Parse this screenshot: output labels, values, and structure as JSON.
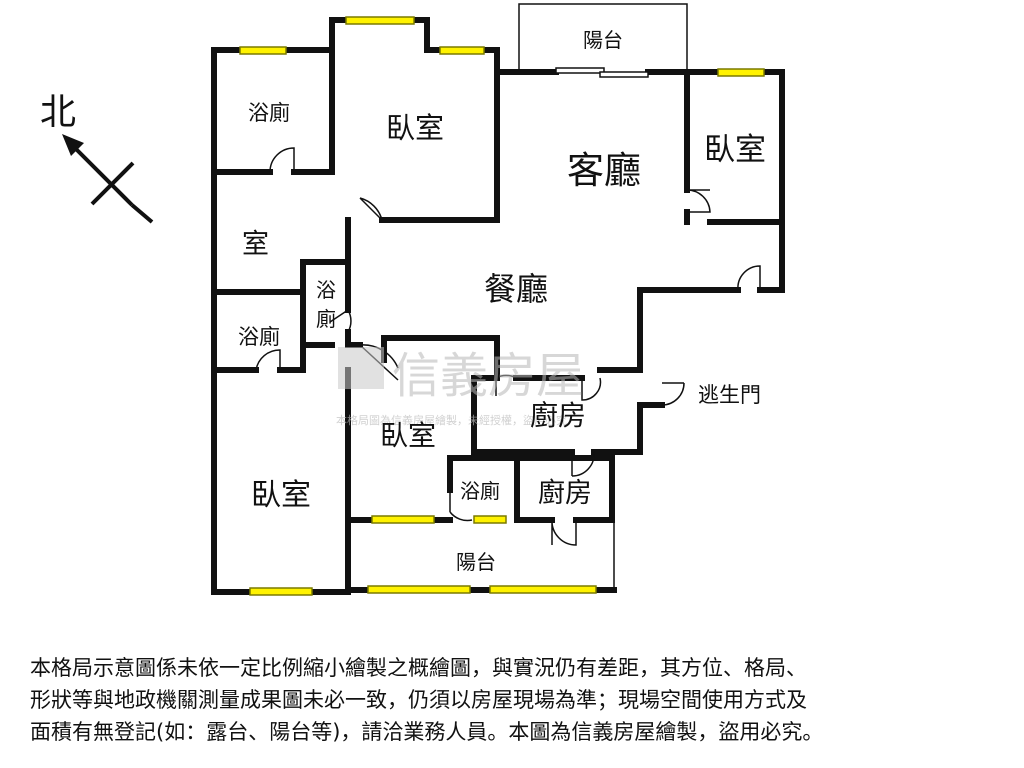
{
  "compass": {
    "label": "北"
  },
  "rooms": {
    "bath_top_left": "浴廁",
    "bedroom_top": "臥室",
    "living_room": "客廳",
    "bedroom_right": "臥室",
    "balcony_top": "陽台",
    "room_left": "室",
    "bath_small_line1": "浴",
    "bath_small_line2": "廁",
    "bath_left_mid": "浴廁",
    "dining_room": "餐廳",
    "kitchen_main": "廚房",
    "fire_exit": "逃生門",
    "bedroom_center": "臥室",
    "bedroom_left_bottom": "臥室",
    "bath_bottom": "浴廁",
    "kitchen_small": "廚房",
    "balcony_bottom": "陽台"
  },
  "watermark": {
    "brand": "信義房屋",
    "notice": "本格局圖為信義房屋繪製，未經授權，盜用必究"
  },
  "disclaimer": {
    "line1": "本格局示意圖係未依一定比例縮小繪製之概繪圖，與實況仍有差距，其方位、格局、",
    "line2": "形狀等與地政機關測量成果圖未必一致，仍須以房屋現場為準；現場空間使用方式及",
    "line3": "面積有無登記(如：露台、陽台等)，請洽業務人員。本圖為信義房屋繪製，盜用必究。"
  },
  "colors": {
    "wall": "#111111",
    "window_fill": "#fff200",
    "window_edge": "#7a7a00",
    "watermark": "#b8b8b8"
  }
}
